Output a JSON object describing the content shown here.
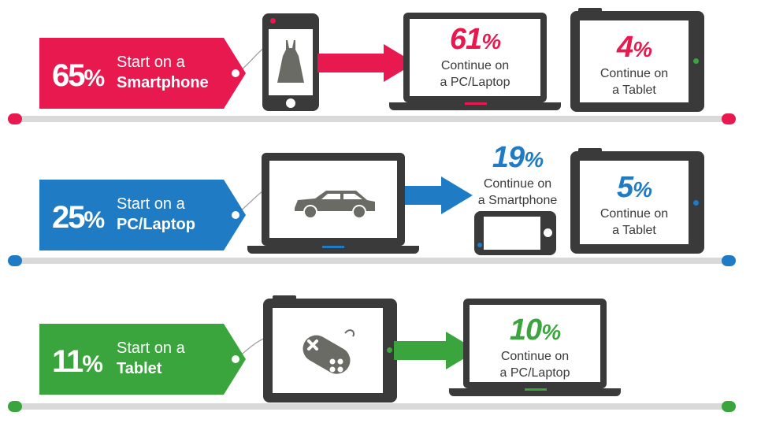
{
  "colors": {
    "pink": "#e8194f",
    "blue": "#1e7bc4",
    "green": "#3aa53d",
    "device": "#3a3a3a",
    "icon": "#6b6b66",
    "shelf": "#d9d9d9"
  },
  "rows": [
    {
      "start": {
        "pct": "65",
        "unit": "%",
        "line1": "Start on a",
        "line2": "Smartphone",
        "icon": "dress-icon"
      },
      "continue": [
        {
          "pct": "61",
          "unit": "%",
          "line1": "Continue on",
          "line2": "a PC/Laptop"
        },
        {
          "pct": "4",
          "unit": "%",
          "line1": "Continue on",
          "line2": "a Tablet"
        }
      ]
    },
    {
      "start": {
        "pct": "25",
        "unit": "%",
        "line1": "Start on a",
        "line2": "PC/Laptop",
        "icon": "car-icon"
      },
      "continue": [
        {
          "pct": "19",
          "unit": "%",
          "line1": "Continue on",
          "line2": "a Smartphone"
        },
        {
          "pct": "5",
          "unit": "%",
          "line1": "Continue on",
          "line2": "a Tablet"
        }
      ]
    },
    {
      "start": {
        "pct": "11",
        "unit": "%",
        "line1": "Start on a",
        "line2": "Tablet",
        "icon": "gamepad-icon"
      },
      "continue": [
        {
          "pct": "10",
          "unit": "%",
          "line1": "Continue on",
          "line2": "a PC/Laptop"
        }
      ]
    }
  ]
}
